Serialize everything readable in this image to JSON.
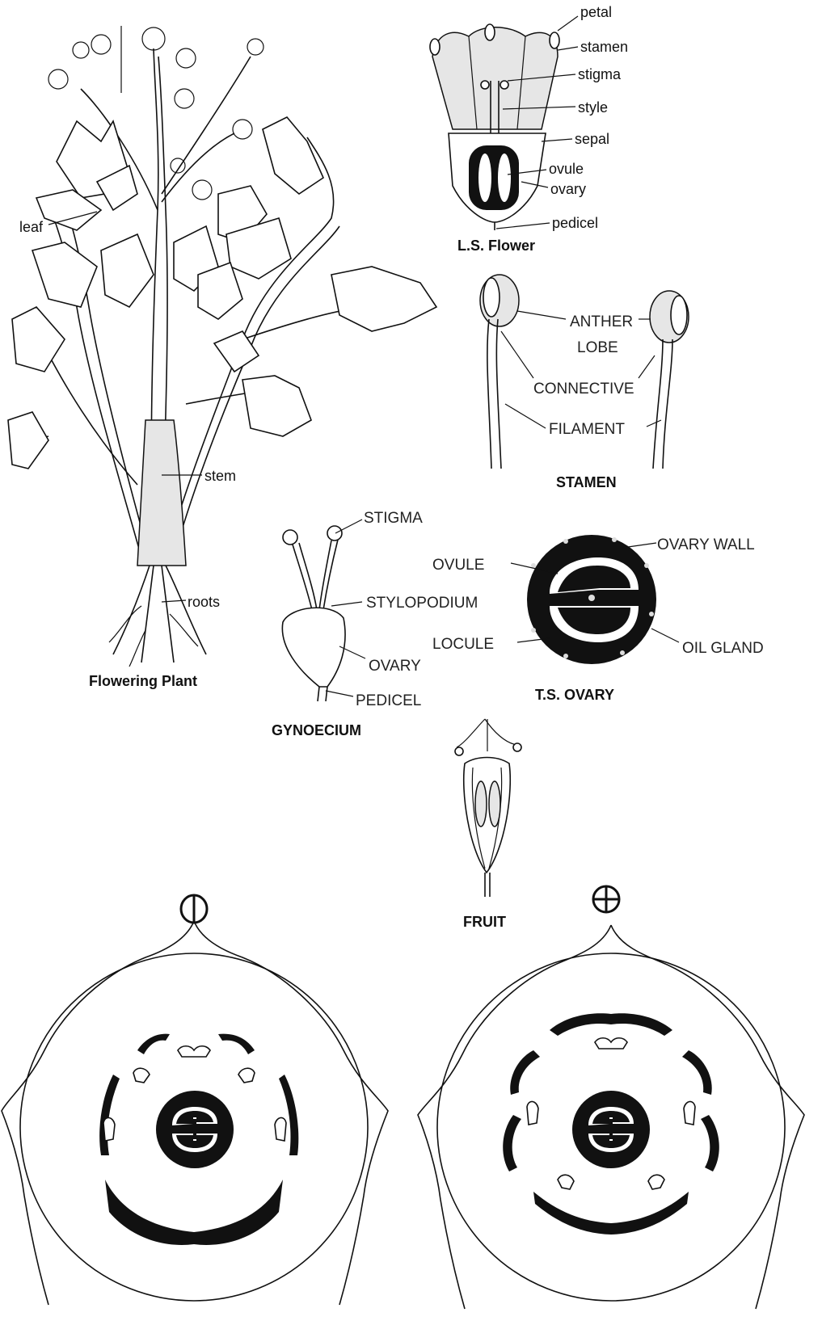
{
  "plant": {
    "labels": {
      "leaf": "leaf",
      "stem": "stem",
      "roots": "roots"
    },
    "title": "Flowering Plant"
  },
  "ls_flower": {
    "labels": {
      "petal": "petal",
      "stamen": "stamen",
      "stigma": "stigma",
      "style": "style",
      "sepal": "sepal",
      "ovule": "ovule",
      "ovary": "ovary",
      "pedicel": "pedicel"
    },
    "title": "L.S. Flower"
  },
  "stamen": {
    "labels": {
      "anther_lobe_line1": "ANTHER",
      "anther_lobe_line2": "LOBE",
      "connective": "CONNECTIVE",
      "filament": "FILAMENT"
    },
    "title": "STAMEN"
  },
  "gynoecium": {
    "labels": {
      "stigma": "STIGMA",
      "stylopodium": "STYLOPODIUM",
      "ovary": "OVARY",
      "pedicel": "PEDICEL"
    },
    "title": "GYNOECIUM"
  },
  "ts_ovary": {
    "labels": {
      "ovary_wall": "OVARY WALL",
      "ovule": "OVULE",
      "locule": "LOCULE",
      "oil_gland": "OIL GLAND"
    },
    "title": "T.S. OVARY"
  },
  "fruit": {
    "title": "FRUIT"
  },
  "floral_diagrams": {
    "count": 2
  }
}
